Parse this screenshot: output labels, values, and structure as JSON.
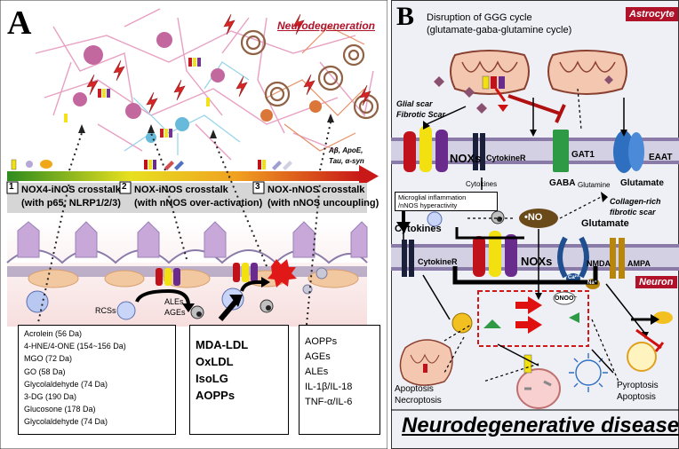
{
  "panel_a": {
    "letter": "A",
    "neurodegeneration": "Neurodegeneration",
    "pathology_markers": [
      "Aβ, ApoE,",
      "Tau, α-syn"
    ],
    "stages": [
      {
        "num": "1",
        "title": "NOX4-iNOS crosstalk",
        "detail": "(with p65, NLRP1/2/3)"
      },
      {
        "num": "2",
        "title": "NOX-iNOS crosstalk",
        "detail": "(with nNOS over-activation)"
      },
      {
        "num": "3",
        "title": "NOX-nNOS crosstalk",
        "detail": "(with nNOS uncoupling)"
      }
    ],
    "rcss": "RCSs",
    "ales": "ALEs",
    "ages": "AGEs",
    "box1_items": [
      "Acrolein (56 Da)",
      "4-HNE/4-ONE (154~156 Da)",
      "MGO (72 Da)",
      "GO (58 Da)",
      "Glycolaldehyde (74 Da)",
      "3-DG (190 Da)",
      "Glucosone (178 Da)",
      "Glycolaldehyde (74 Da)"
    ],
    "box2_items": [
      "MDA-LDL",
      "OxLDL",
      "IsoLG",
      "AOPPs"
    ],
    "box3_items": [
      "AOPPs",
      "AGEs",
      "ALEs",
      "IL-1β/IL-18",
      "TNF-α/IL-6"
    ]
  },
  "panel_b": {
    "letter": "B",
    "astrocyte": "Astrocyte",
    "neuron": "Neuron",
    "ggg_title": "Disruption of GGG cycle",
    "ggg_sub": "(glutamate-gaba-glutamine cycle)",
    "glial_scar": "Glial scar",
    "fibrotic_scar": "Fibrotic Scar",
    "noxs": "NOXs",
    "cytokine_r": "CytokineR",
    "gat1": "GAT1",
    "eaat": "EAAT",
    "cytokines_small": "Cytokines",
    "gaba": "GABA",
    "glutamine": "Glutamine",
    "glutamate": "Glutamate",
    "microglial_box": [
      "Microglial inflammation",
      "/nNOS hyperactivity"
    ],
    "no_label": "•NO",
    "collagen": [
      "Collagen-rich",
      "fibrotic scar"
    ],
    "cytokines_big": "Cytokines",
    "glutamate2": "Glutamate",
    "nmda": "NMDA",
    "ampa": "AMPA",
    "ca": "Ca²⁺",
    "na": "Na⁺",
    "onoo": "ONOO⁻",
    "apoptosis_necroptosis": [
      "Apoptosis",
      "Necroptosis"
    ],
    "pyroptosis_apoptosis": [
      "Pyroptosis",
      "Apoptosis"
    ],
    "footer": "Neurodegenerative diseases"
  },
  "colors": {
    "panel_b_bg": "#eef0f5",
    "label_red": "#b0122a",
    "arrow_red": "#e01010",
    "membrane_purple": "#8a7aa8",
    "nox_red": "#c0121a",
    "nox_yellow": "#f2e010",
    "nox_purple": "#6a2c8c",
    "gat_green": "#2e9a46",
    "eaat_blue": "#2f6fc0",
    "nmda_blue": "#1f4f8f",
    "ampa_gold": "#b8860b"
  }
}
